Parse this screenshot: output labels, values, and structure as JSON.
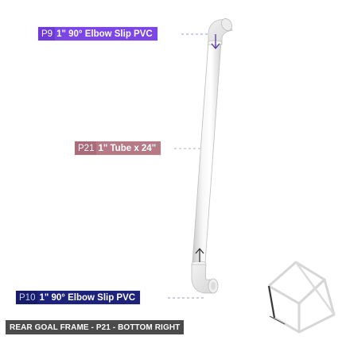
{
  "parts": [
    {
      "id": "P9",
      "name": "1\" 90° Elbow Slip PVC",
      "color": "#7c45e6"
    },
    {
      "id": "P21",
      "name": "1\" Tube x 24\"",
      "color": "#b57a85"
    },
    {
      "id": "P10",
      "name": "1\" 90° Elbow Slip PVC",
      "color": "#1d237a"
    }
  ],
  "title": "REAR GOAL FRAME - P21 - BOTTOM RIGHT",
  "arrows": {
    "top": "down-arrow",
    "bottom": "up-arrow"
  }
}
